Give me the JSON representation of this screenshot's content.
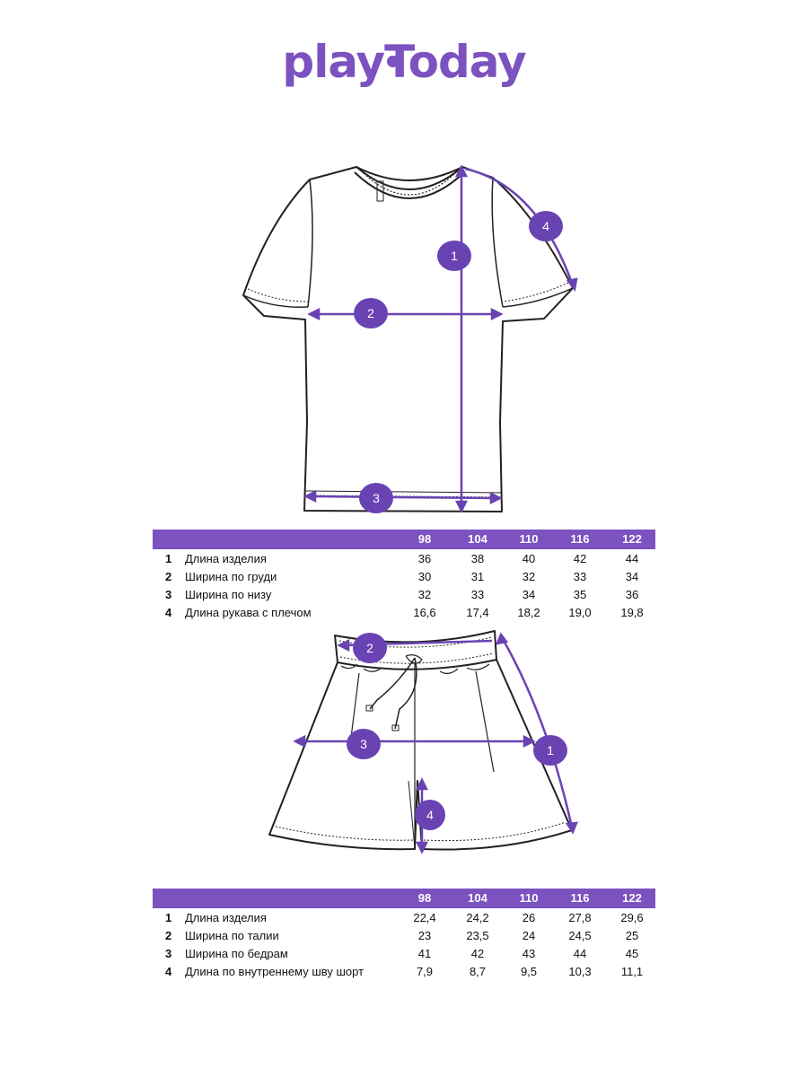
{
  "brand": {
    "name": "playToday",
    "color": "#7b52bf"
  },
  "top_markers": [
    "1",
    "2",
    "3",
    "4"
  ],
  "bottom_markers": [
    "1",
    "2",
    "3",
    "4"
  ],
  "tshirt_table": {
    "sizes": [
      "98",
      "104",
      "110",
      "116",
      "122"
    ],
    "rows": [
      {
        "num": "1",
        "name": "Длина изделия",
        "values": [
          "36",
          "38",
          "40",
          "42",
          "44"
        ]
      },
      {
        "num": "2",
        "name": "Ширина по груди",
        "values": [
          "30",
          "31",
          "32",
          "33",
          "34"
        ]
      },
      {
        "num": "3",
        "name": "Ширина по низу",
        "values": [
          "32",
          "33",
          "34",
          "35",
          "36"
        ]
      },
      {
        "num": "4",
        "name": "Длина рукава с плечом",
        "values": [
          "16,6",
          "17,4",
          "18,2",
          "19,0",
          "19,8"
        ]
      }
    ]
  },
  "shorts_table": {
    "sizes": [
      "98",
      "104",
      "110",
      "116",
      "122"
    ],
    "rows": [
      {
        "num": "1",
        "name": "Длина изделия",
        "values": [
          "22,4",
          "24,2",
          "26",
          "27,8",
          "29,6"
        ]
      },
      {
        "num": "2",
        "name": "Ширина по талии",
        "values": [
          "23",
          "23,5",
          "24",
          "24,5",
          "25"
        ]
      },
      {
        "num": "3",
        "name": "Ширина по бедрам",
        "values": [
          "41",
          "42",
          "43",
          "44",
          "45"
        ]
      },
      {
        "num": "4",
        "name": "Длина по внутреннему шву шорт",
        "values": [
          "7,9",
          "8,7",
          "9,5",
          "10,3",
          "11,1"
        ]
      }
    ]
  }
}
